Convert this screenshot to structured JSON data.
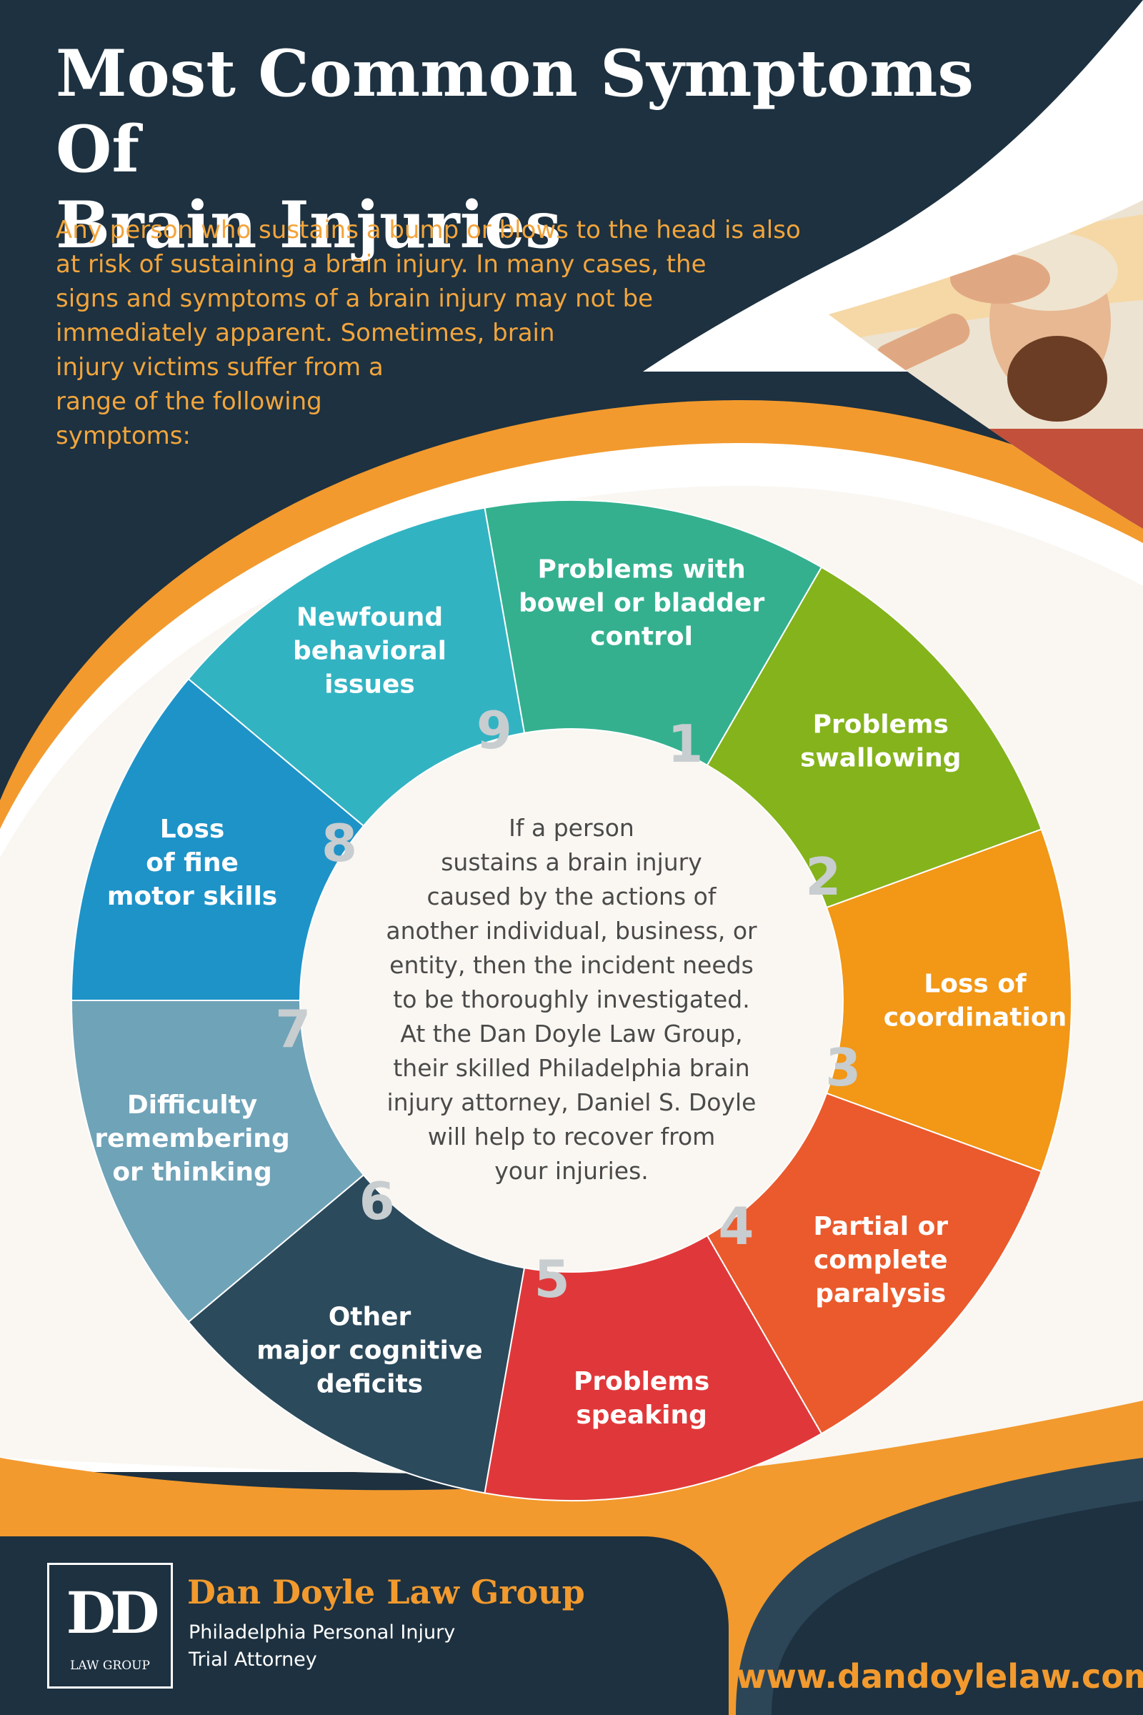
{
  "title": {
    "line1": "Most Common Symptoms Of",
    "line2": "Brain Injuries"
  },
  "intro": {
    "lines": [
      "Any person who sustains a bump or blows to the head is also",
      "at risk of sustaining a brain injury. In many cases, the",
      "signs and symptoms of a brain injury may not be",
      "immediately apparent. Sometimes, brain",
      "injury victims suffer from a",
      "range of the following",
      "symptoms:"
    ]
  },
  "symptoms": [
    {
      "number": "1",
      "lines": [
        "Problems with",
        "bowel or bladder",
        "control"
      ],
      "color": "#34b08f"
    },
    {
      "number": "2",
      "lines": [
        "Problems",
        "swallowing"
      ],
      "color": "#84b31c"
    },
    {
      "number": "3",
      "lines": [
        "Loss of",
        "coordination"
      ],
      "color": "#f29716"
    },
    {
      "number": "4",
      "lines": [
        "Partial or",
        "complete",
        "paralysis"
      ],
      "color": "#ea5a2c"
    },
    {
      "number": "5",
      "lines": [
        "Problems",
        "speaking"
      ],
      "color": "#e0383a"
    },
    {
      "number": "6",
      "lines": [
        "Other",
        "major cognitive",
        "deficits"
      ],
      "color": "#2b4a5c"
    },
    {
      "number": "7",
      "lines": [
        "Difficulty",
        "remembering",
        "or thinking"
      ],
      "color": "#6fa3b8"
    },
    {
      "number": "8",
      "lines": [
        "Loss",
        "of fine",
        "motor skills"
      ],
      "color": "#1e93c8"
    },
    {
      "number": "9",
      "lines": [
        "Newfound",
        "behavioral",
        "issues"
      ],
      "color": "#32b3c2"
    }
  ],
  "center_text": {
    "lines": [
      "If a person",
      "sustains a brain injury",
      "caused by the actions of",
      "another individual, business, or",
      "entity, then the incident needs",
      "to be thoroughly investigated.",
      "At the Dan Doyle Law Group,",
      "their skilled Philadelphia brain",
      "injury attorney, Daniel S. Doyle",
      "will help to recover from",
      "your injuries."
    ]
  },
  "logo": {
    "mark": "DD",
    "sub": "LAW GROUP"
  },
  "footer": {
    "firm_name": "Dan Doyle Law Group",
    "tagline_line1": "Philadelphia Personal Injury",
    "tagline_line2": "Trial Attorney",
    "website": "www.dandoylelaw.com"
  },
  "colors": {
    "navy": "#1d3140",
    "orange": "#f29a2e",
    "cream": "#faf7f2"
  },
  "icons": {
    "photo": "man-with-bandaged-head-photo"
  }
}
